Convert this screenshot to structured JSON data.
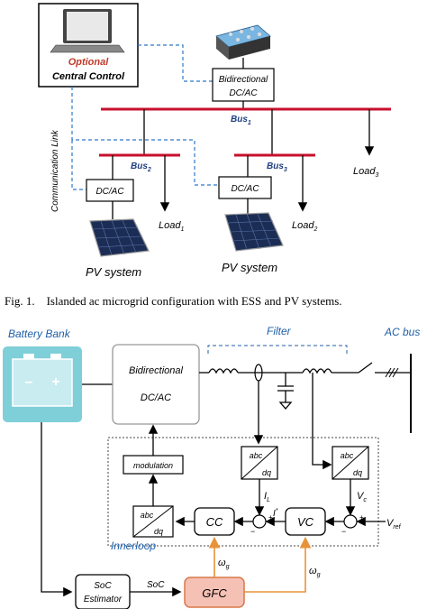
{
  "top": {
    "central_control": {
      "optional": "Optional",
      "label": "Central Control"
    },
    "communication_link": "Communication Link",
    "bidirectional": "Bidirectional",
    "dcac": "DC/AC",
    "bus1": "Bus",
    "bus1_sub": "1",
    "bus2": "Bus",
    "bus2_sub": "2",
    "bus3": "Bus",
    "bus3_sub": "3",
    "dcac_left": "DC/AC",
    "dcac_right": "DC/AC",
    "load1": "Load",
    "load1_sub": "1",
    "load2": "Load",
    "load2_sub": "2",
    "load3": "Load",
    "load3_sub": "3",
    "pv_left": "PV system",
    "pv_right": "PV system"
  },
  "caption": "Fig. 1.    Islanded ac microgrid configuration with ESS and PV systems.",
  "bottom": {
    "battery_bank": "Battery Bank",
    "battery_minus": "–",
    "battery_plus": "+",
    "bidirectional": "Bidirectional",
    "dcac": "DC/AC",
    "filter": "Filter",
    "ac_bus": "AC bus",
    "abc": "abc",
    "dq": "dq",
    "modulation": "modulation",
    "il": "I",
    "il_sub": "L",
    "vc": "V",
    "vc_sub": "c",
    "istar": "I",
    "istar_sup": "*",
    "vref": "V",
    "vref_sub": "ref",
    "cc": "CC",
    "vc_block": "VC",
    "innerloop": "Innerloop",
    "soc_estimator_1": "SoC",
    "soc_estimator_2": "Estimator",
    "soc": "SoC",
    "gfc": "GFC",
    "omega_g": "ω",
    "omega_sub": "g",
    "plus": "+",
    "minus": "−"
  },
  "colors": {
    "blue_dash": "#2f78c8",
    "bus_red": "#c8102e",
    "bus_label": "#1f3f80",
    "optional_red": "#c0392b",
    "battery_teal": "#7fcfd8",
    "battery_face": "#b9e3ea",
    "gfc_fill": "#f6c1b5",
    "gfc_stroke": "#d7794a",
    "orange_wire": "#e8933a",
    "filter_blue": "#1f5fa8"
  }
}
